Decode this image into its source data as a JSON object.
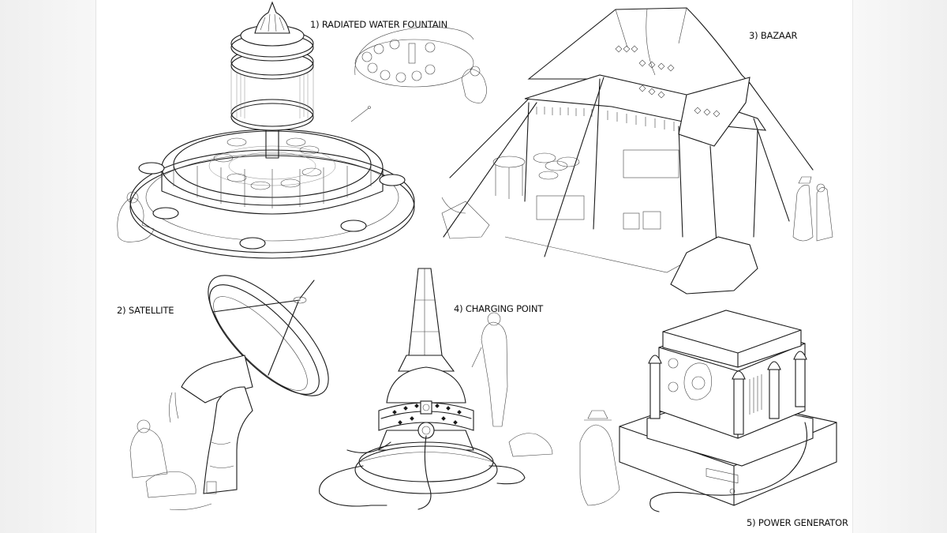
{
  "sheet": {
    "background": "#ffffff",
    "margin_color": "#efefef",
    "ink_color": "#1a1a1a"
  },
  "labels": {
    "fountain": "1) RADIATED WATER FOUNTAIN",
    "satellite": "2) SATELLITE",
    "bazaar": "3) BAZAAR",
    "charging_point": "4) CHARGING POINT",
    "power_generator": "5) POWER GENERATOR"
  },
  "illustrations": [
    {
      "id": "fountain",
      "icon": "fountain-drawing"
    },
    {
      "id": "fountain-detail",
      "icon": "fountain-topview-inset"
    },
    {
      "id": "bazaar",
      "icon": "tent-drawing"
    },
    {
      "id": "satellite",
      "icon": "satellite-dish-drawing"
    },
    {
      "id": "charging-point",
      "icon": "charging-spire-drawing"
    },
    {
      "id": "power-generator",
      "icon": "generator-box-drawing"
    }
  ]
}
